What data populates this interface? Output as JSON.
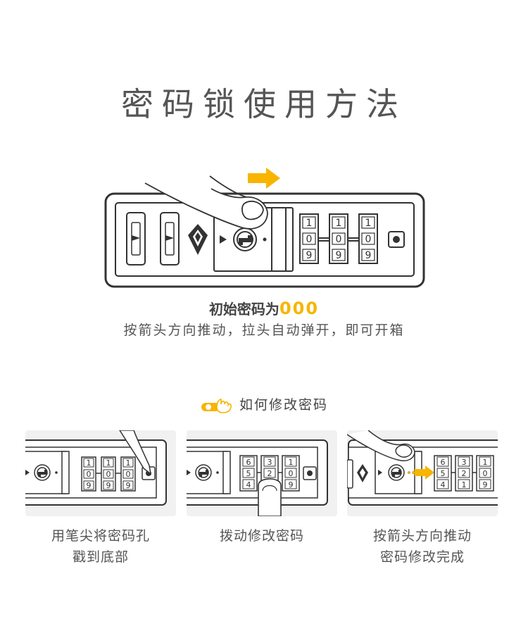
{
  "title": "密码锁使用方法",
  "main": {
    "wheels": [
      {
        "top": "1",
        "mid": "0",
        "bot": "9"
      },
      {
        "top": "1",
        "mid": "0",
        "bot": "9"
      },
      {
        "top": "1",
        "mid": "0",
        "bot": "9"
      }
    ],
    "caption_prefix": "初始密码为",
    "caption_code": "000",
    "caption_line2": "按箭头方向推动，拉头自动弹开，即可开箱"
  },
  "section_title": "如何修改密码",
  "steps": [
    {
      "line1": "用笔尖将密码孔",
      "line2": "戳到底部",
      "wheels": [
        {
          "top": "1",
          "mid": "0",
          "bot": "9"
        },
        {
          "top": "1",
          "mid": "0",
          "bot": "9"
        },
        {
          "top": "1",
          "mid": "0",
          "bot": "9"
        }
      ]
    },
    {
      "line1": "拨动修改密码",
      "line2": "",
      "wheels": [
        {
          "top": "6",
          "mid": "5",
          "bot": "4"
        },
        {
          "top": "3",
          "mid": "2",
          "bot": "1"
        },
        {
          "top": "1",
          "mid": "0",
          "bot": "9"
        }
      ]
    },
    {
      "line1": "按箭头方向推动",
      "line2": "密码修改完成",
      "wheels": [
        {
          "top": "6",
          "mid": "5",
          "bot": "4"
        },
        {
          "top": "3",
          "mid": "2",
          "bot": "1"
        },
        {
          "top": "1",
          "mid": "0",
          "bot": "9"
        }
      ]
    }
  ],
  "colors": {
    "accent": "#f7b500",
    "outline": "#333333",
    "panel": "#f1f1f1"
  }
}
